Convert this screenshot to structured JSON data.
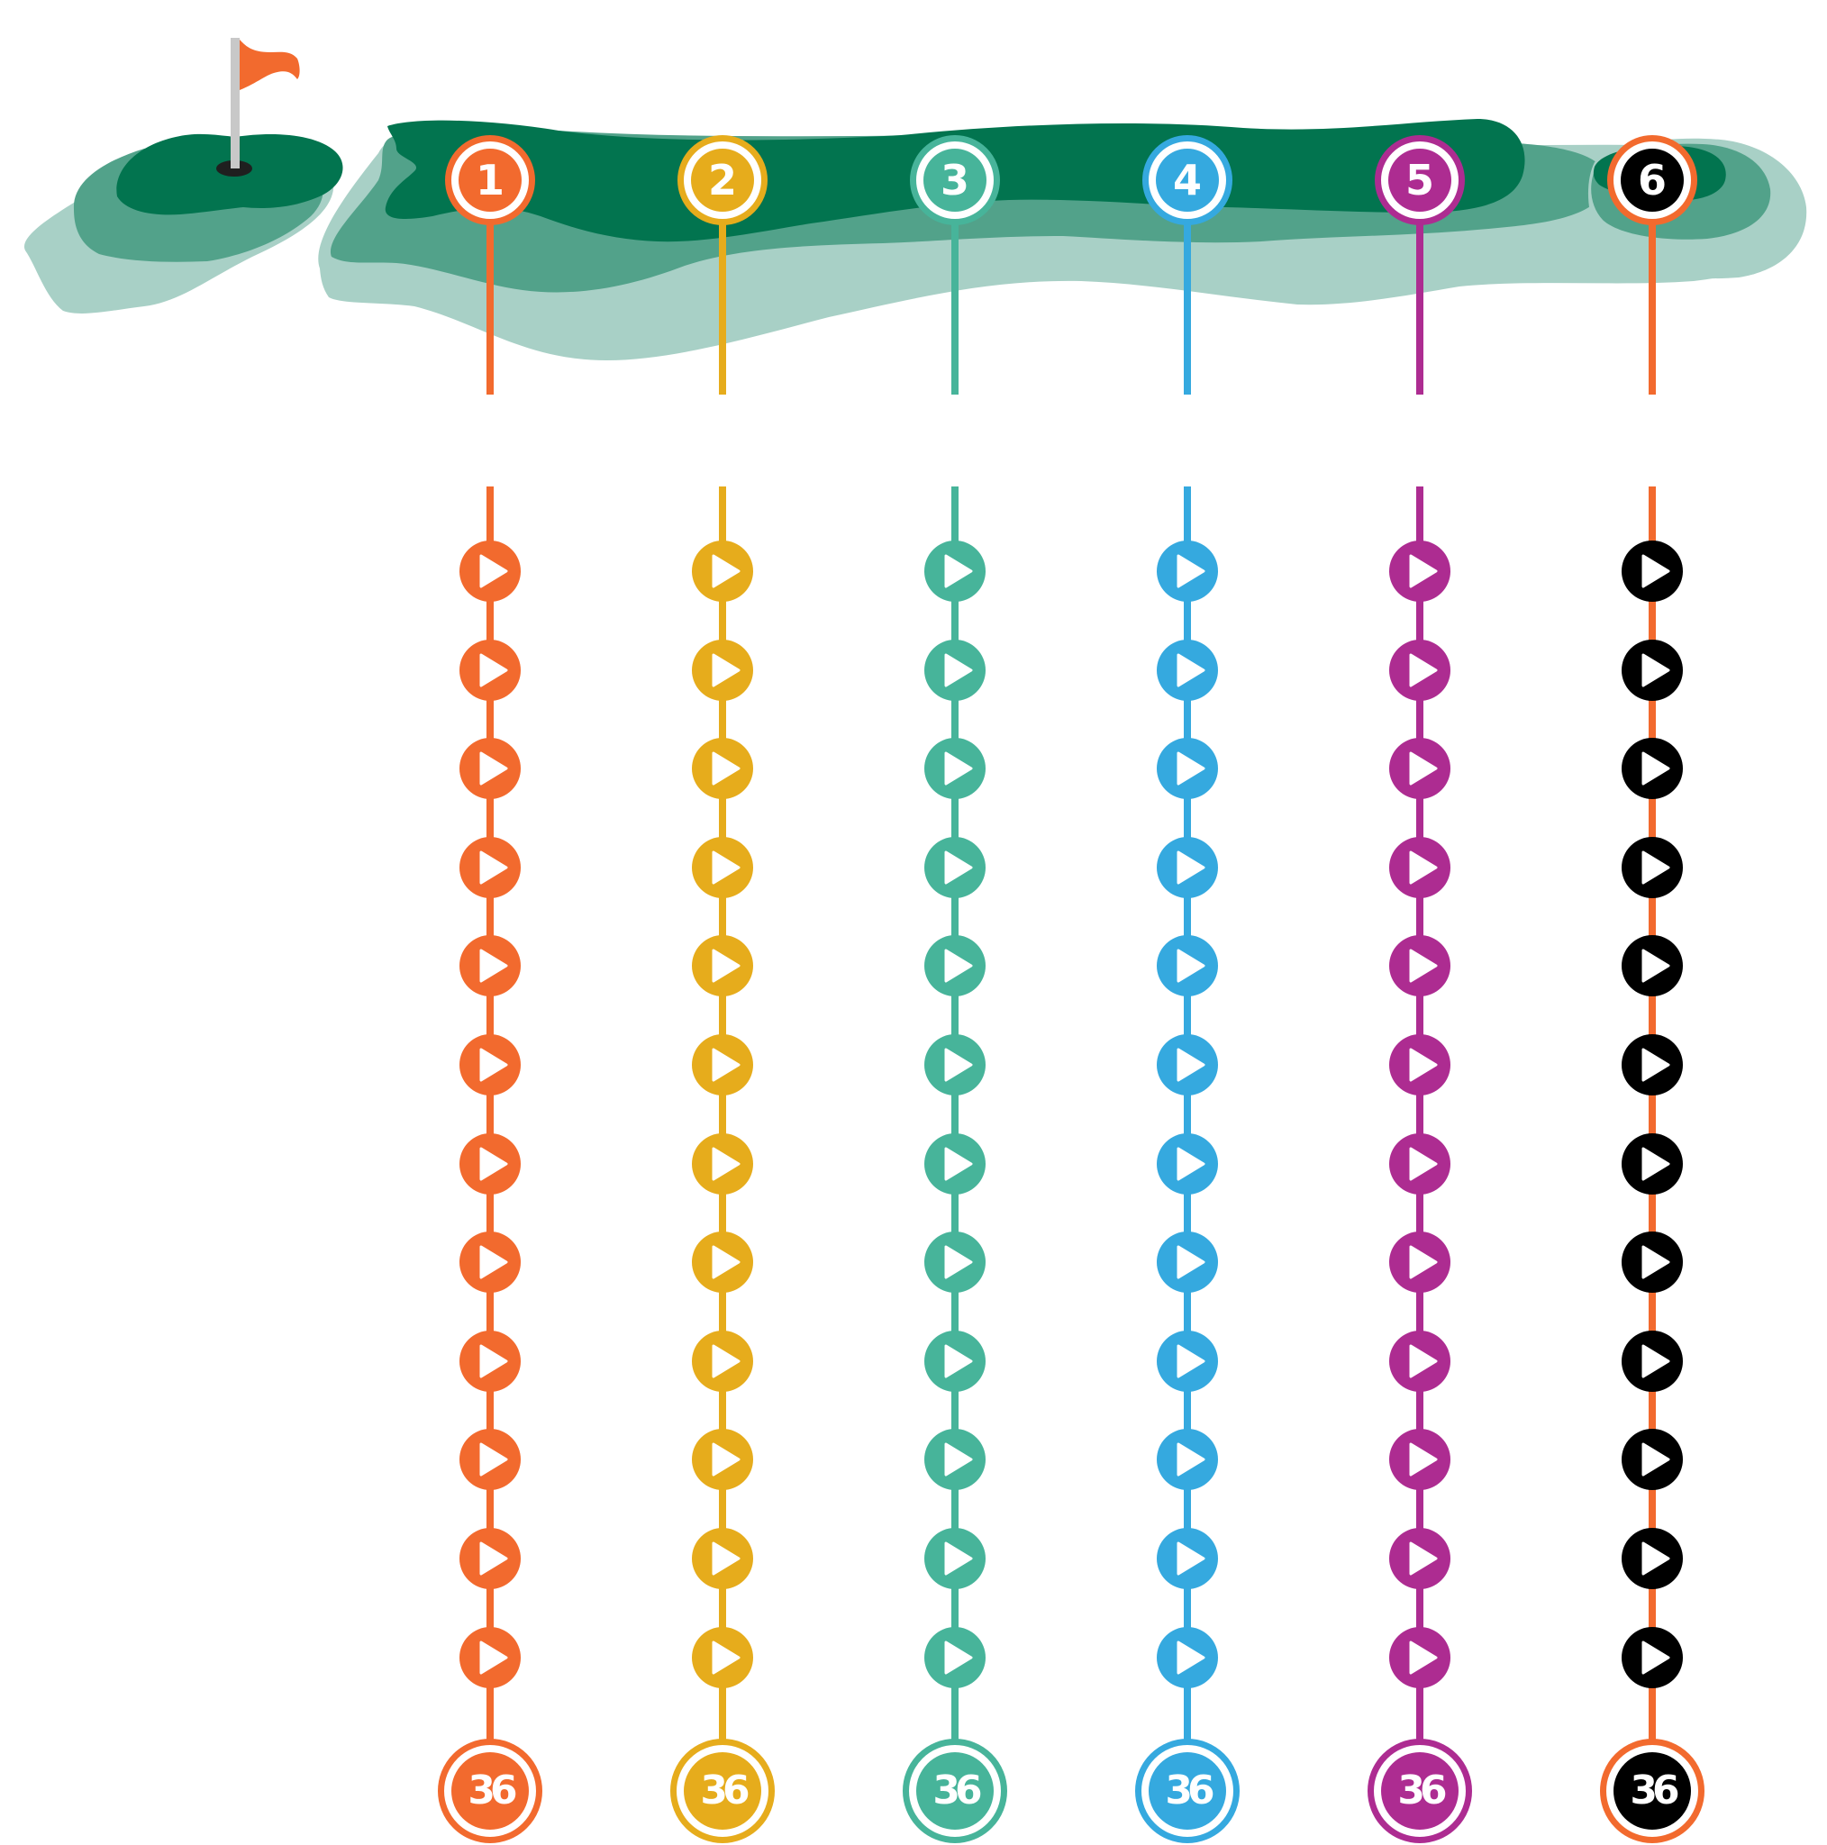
{
  "course": {
    "flag_color": "#f26a2e",
    "pole_color": "#c8c8c8",
    "cup_color": "#1f1f1f",
    "green_dark": "#02744f",
    "green_mid": "#52a28a",
    "green_light": "#a8d0c6"
  },
  "lanes": [
    {
      "number": "1",
      "color": "#f26a2e",
      "fill": "#f26a2e",
      "finish_label": "36",
      "steps": 12
    },
    {
      "number": "2",
      "color": "#e6ac1c",
      "fill": "#e6ac1c",
      "finish_label": "36",
      "steps": 12
    },
    {
      "number": "3",
      "color": "#47b49a",
      "fill": "#47b49a",
      "finish_label": "36",
      "steps": 12
    },
    {
      "number": "4",
      "color": "#35a9df",
      "fill": "#35a9df",
      "finish_label": "36",
      "steps": 12
    },
    {
      "number": "5",
      "color": "#ad2c91",
      "fill": "#ad2c91",
      "finish_label": "36",
      "steps": 12
    },
    {
      "number": "6",
      "color": "#f26a2e",
      "fill": "#000000",
      "finish_label": "36",
      "steps": 12
    }
  ]
}
